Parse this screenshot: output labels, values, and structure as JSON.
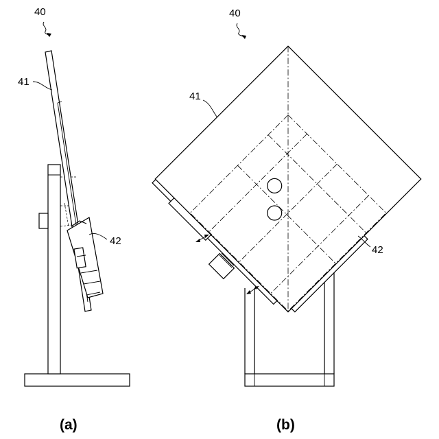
{
  "view_a": {
    "ref_assembly": "40",
    "ref_display": "41",
    "ref_mount": "42",
    "caption": "(a)"
  },
  "view_b": {
    "ref_assembly": "40",
    "ref_display": "41",
    "ref_mount": "42",
    "caption": "(b)"
  }
}
